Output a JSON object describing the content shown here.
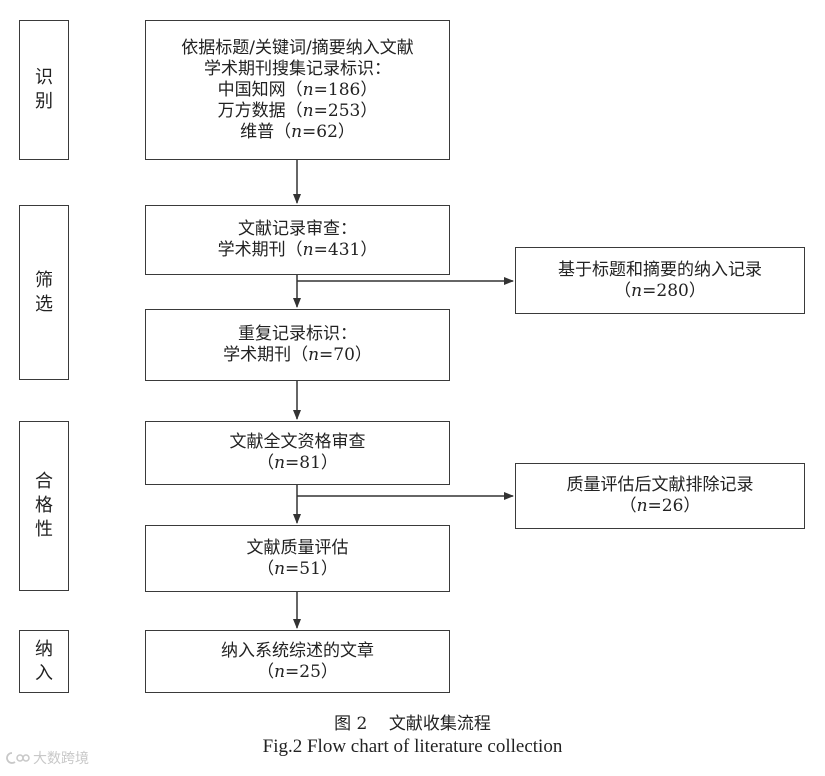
{
  "stages": {
    "identify": [
      "识",
      "别"
    ],
    "screen": [
      "筛",
      "选"
    ],
    "eligible": [
      "合",
      "格",
      "性"
    ],
    "include": [
      "纳",
      "入"
    ]
  },
  "boxes": {
    "identification": {
      "line1": "依据标题/关键词/摘要纳入文献",
      "line2": "学术期刊搜集记录标识：",
      "sources": [
        {
          "name": "中国知网",
          "count": "186"
        },
        {
          "name": "万方数据",
          "count": "253"
        },
        {
          "name": "维普",
          "count": "62"
        }
      ]
    },
    "record_review": {
      "line1": "文献记录审查：",
      "line2": "学术期刊",
      "count": "431"
    },
    "excluded_title": {
      "line1": "基于标题和摘要的纳入记录",
      "count": "280"
    },
    "duplicates": {
      "line1": "重复记录标识：",
      "line2": "学术期刊",
      "count": "70"
    },
    "fulltext": {
      "line1": "文献全文资格审查",
      "count": "81"
    },
    "excluded_quality": {
      "line1": "质量评估后文献排除记录",
      "count": "26"
    },
    "quality": {
      "line1": "文献质量评估",
      "count": "51"
    },
    "included": {
      "line1": "纳入系统综述的文章",
      "count": "25"
    }
  },
  "labels": {
    "n": "n",
    "paren_open": "（",
    "paren_close": "）",
    "equals": "="
  },
  "caption": {
    "cn_fig": "图 2",
    "cn_title": "文献收集流程",
    "en": "Fig.2 Flow chart of literature collection"
  },
  "watermark": {
    "text": "大数跨境"
  }
}
